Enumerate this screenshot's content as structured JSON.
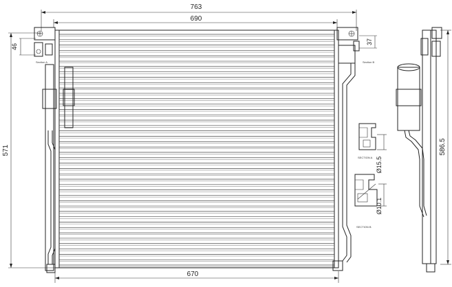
{
  "dimensions": {
    "overall_width": "763",
    "core_width_top": "690",
    "core_width_bottom": "670",
    "left_height": "571",
    "right_height": "586.5",
    "left_bracket_height": "46",
    "right_bracket_height": "37",
    "diameter_a": "Ø15.5",
    "diameter_b": "Ø10.1"
  },
  "labels": {
    "view_a": "Section A",
    "view_b": "Section B",
    "section_a": "SECTION A",
    "section_b": "SECTION B"
  },
  "tube_count": 44
}
